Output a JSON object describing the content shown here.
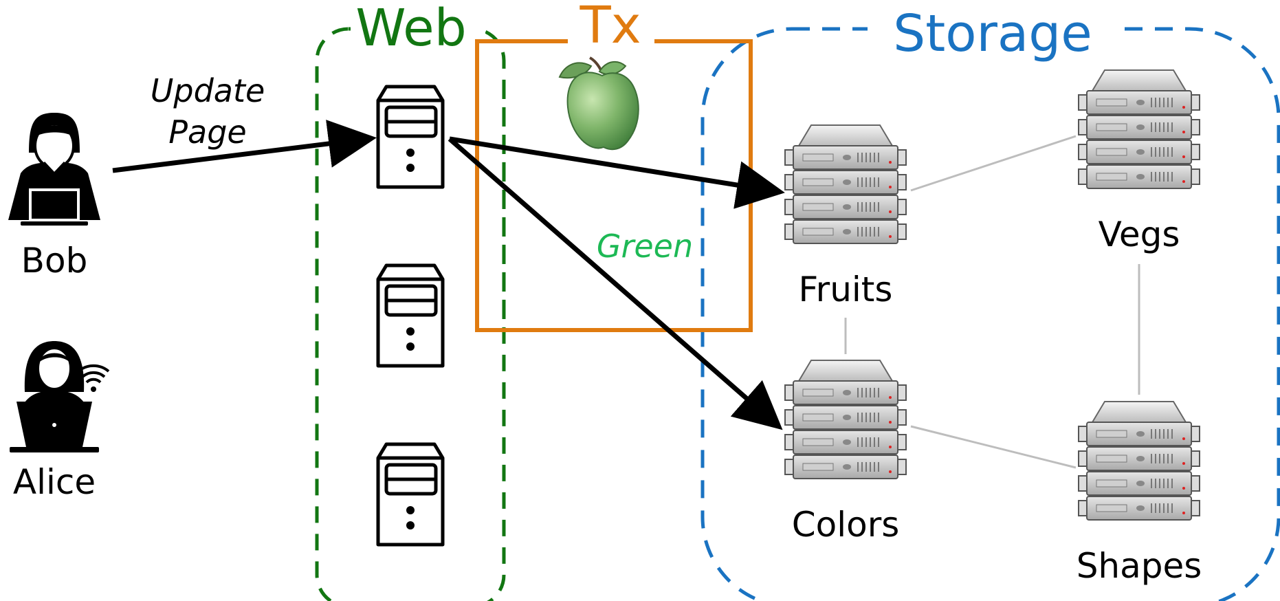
{
  "groups": {
    "web": {
      "label": "Web",
      "color": "#127612"
    },
    "tx": {
      "label": "Tx",
      "color": "#e07b10"
    },
    "storage": {
      "label": "Storage",
      "color": "#1a73c2"
    }
  },
  "users": [
    {
      "name": "Bob"
    },
    {
      "name": "Alice"
    }
  ],
  "request_label": [
    "Update",
    "Page"
  ],
  "tx_value_label": {
    "text": "Green",
    "color": "#1db955"
  },
  "storage_nodes": [
    {
      "name": "Fruits"
    },
    {
      "name": "Vegs"
    },
    {
      "name": "Colors"
    },
    {
      "name": "Shapes"
    }
  ]
}
